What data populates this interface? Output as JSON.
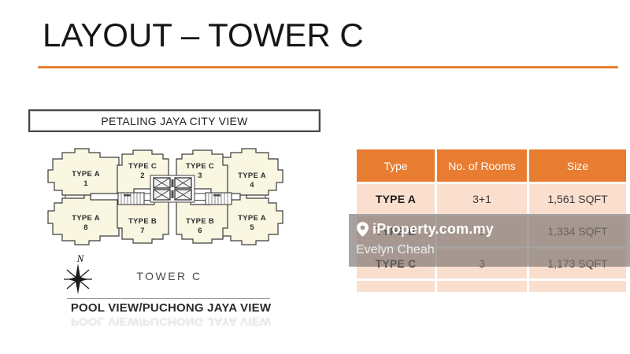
{
  "title": "LAYOUT – TOWER C",
  "top_view_box": {
    "label": "PETALING JAYA CITY VIEW"
  },
  "floorplan": {
    "units": [
      {
        "type": "TYPE A",
        "num": "1"
      },
      {
        "type": "TYPE C",
        "num": "2"
      },
      {
        "type": "TYPE C",
        "num": "3"
      },
      {
        "type": "TYPE A",
        "num": "4"
      },
      {
        "type": "TYPE A",
        "num": "5"
      },
      {
        "type": "TYPE B",
        "num": "6"
      },
      {
        "type": "TYPE B",
        "num": "7"
      },
      {
        "type": "TYPE A",
        "num": "8"
      }
    ],
    "compass_label": "N",
    "tower_label": "TOWER C",
    "bottom_view_label": "POOL VIEW/PUCHONG JAYA VIEW"
  },
  "table": {
    "headers": [
      "Type",
      "No. of Rooms",
      "Size"
    ],
    "rows": [
      {
        "type": "TYPE A",
        "rooms": "3+1",
        "size": "1,561 SQFT"
      },
      {
        "type": "TYPE B",
        "rooms": "3",
        "size": "1,334 SQFT"
      },
      {
        "type": "TYPE C",
        "rooms": "3",
        "size": "1,173 SQFT"
      }
    ]
  },
  "watermark": {
    "brand": "iProperty.com.my",
    "agent": "Evelyn Cheah"
  },
  "colors": {
    "accent_orange": "#E8802F",
    "table_header_bg": "#E87D31",
    "table_row_bg": "#FADECE",
    "unit_fill": "#F9F7E2"
  }
}
